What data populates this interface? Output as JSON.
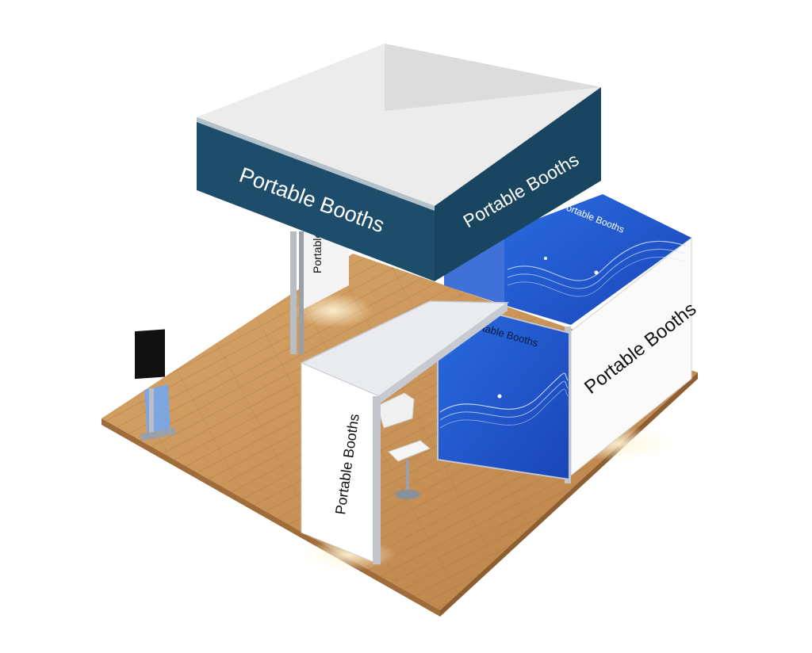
{
  "scene": {
    "description_free": true,
    "brand_text": {
      "hanging_front": "Portable Booths",
      "hanging_right": "Portable Booths",
      "hanging_left": "Portable Booths",
      "back_wall": "Portable Booths",
      "right_wall": "Portable Booths",
      "blue_panel": "Portable Booths",
      "counter": "Portable Booths"
    },
    "colors": {
      "hanging_sign": "#1e4d6b",
      "floor": "#c9935a",
      "graphic_blue": "#1f5fd6",
      "wall_white": "#ffffff"
    },
    "icons": [
      "kiosk-icon",
      "stool-icon"
    ]
  }
}
